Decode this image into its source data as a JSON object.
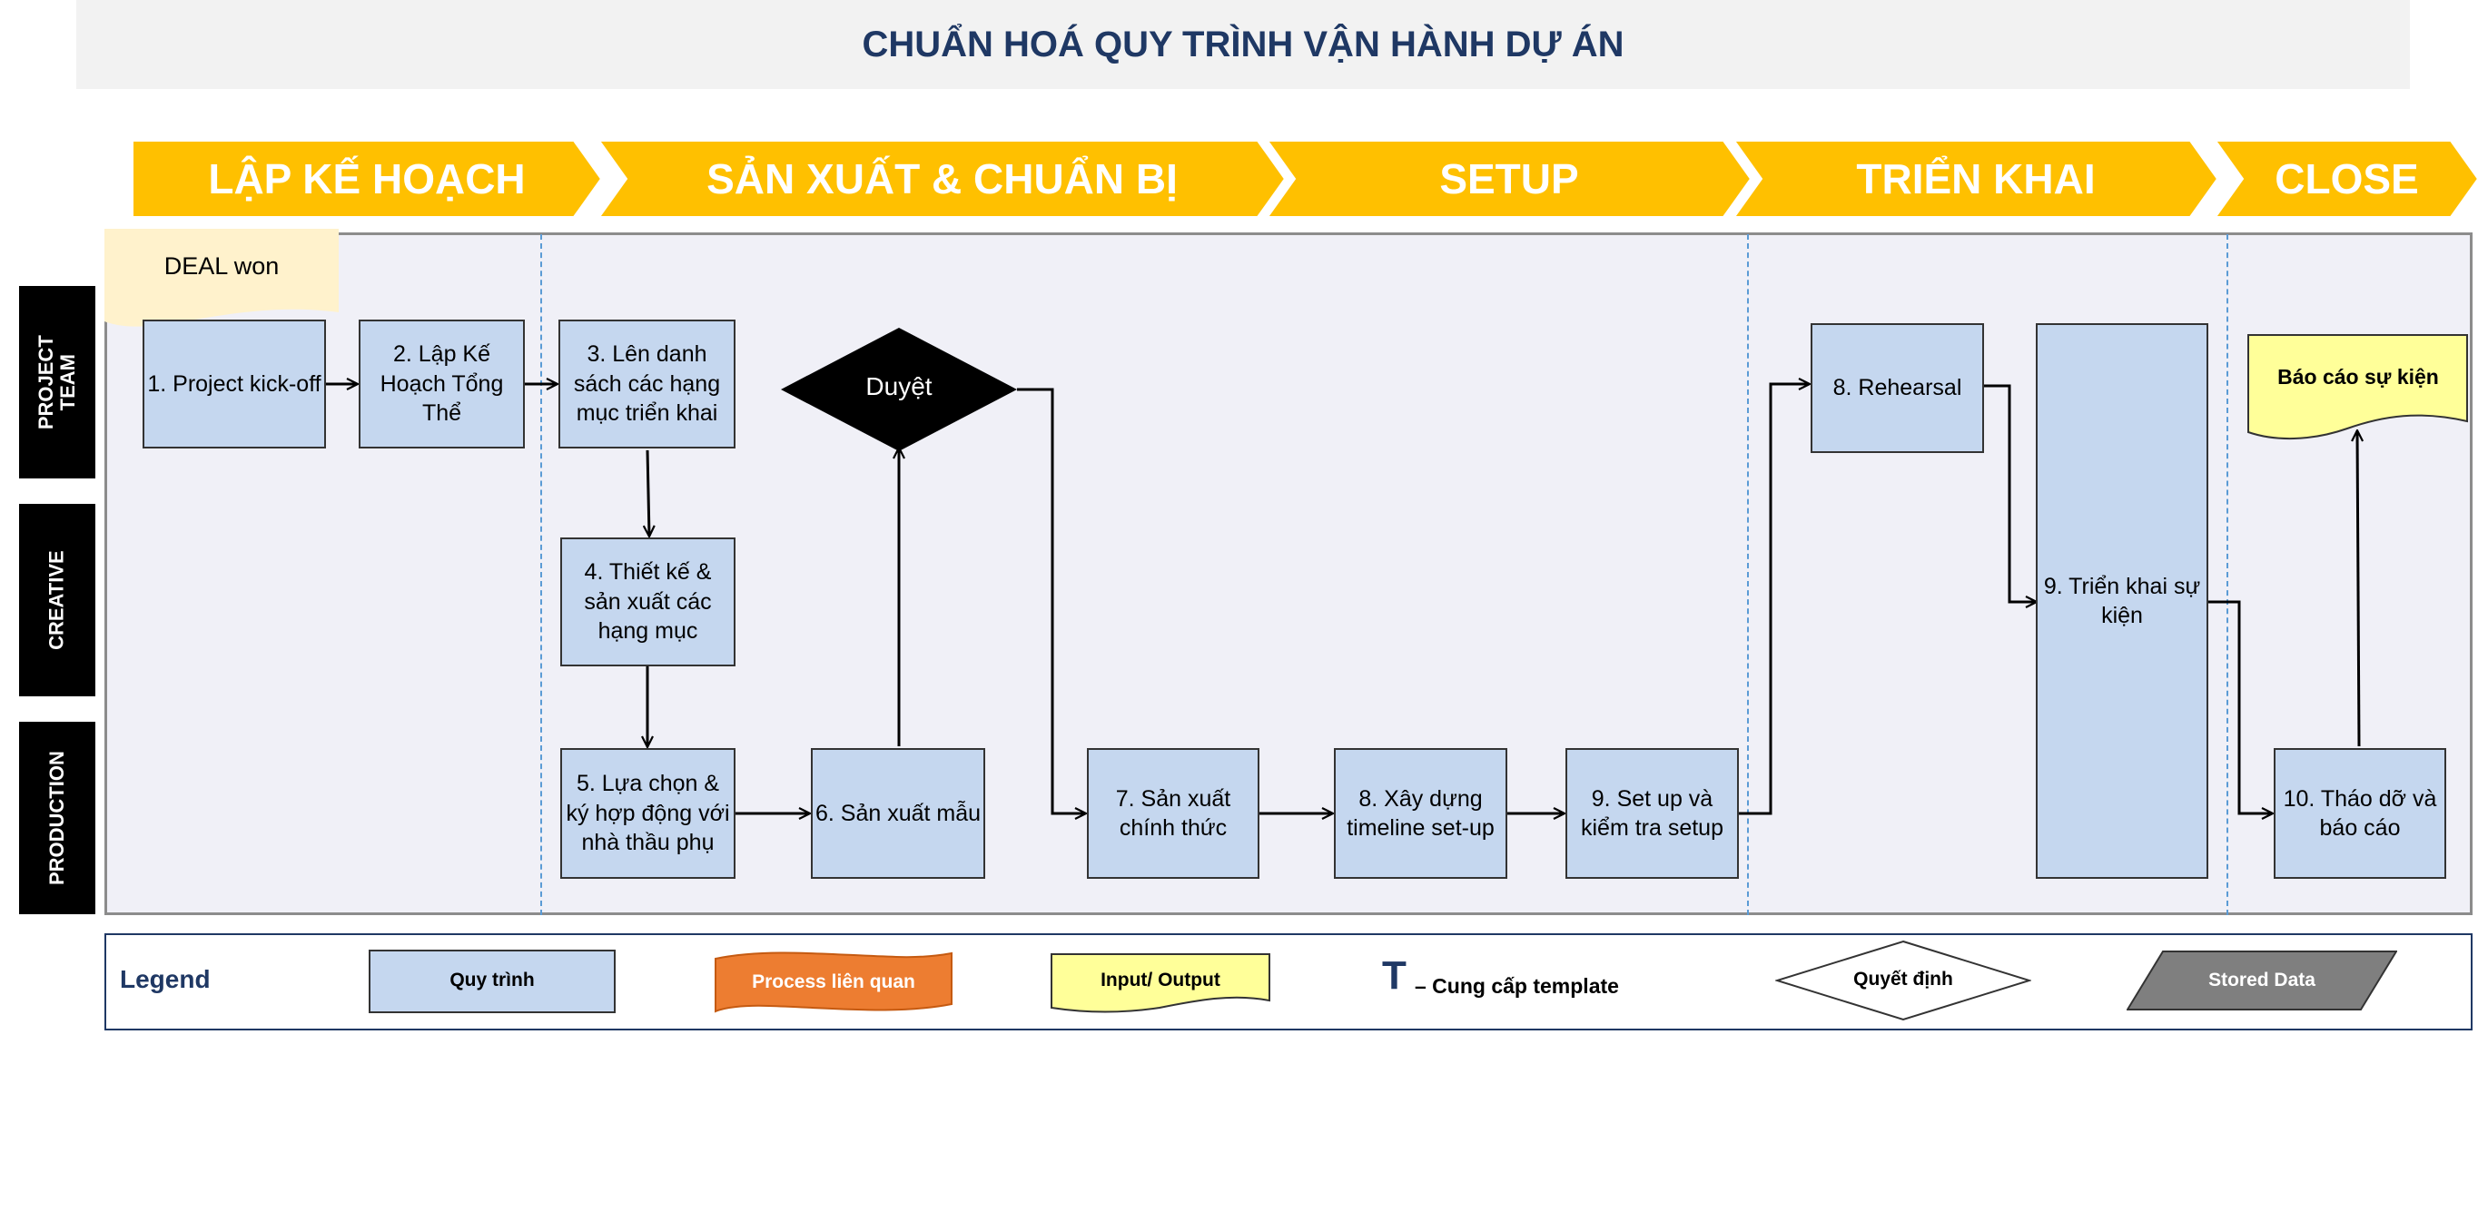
{
  "title": "CHUẨN HOÁ QUY TRÌNH VẬN HÀNH DỰ ÁN",
  "phases": [
    "LẬP KẾ HOẠCH",
    "SẢN XUẤT & CHUẨN BỊ",
    "SETUP",
    "TRIỂN KHAI",
    "CLOSE"
  ],
  "lanes": [
    "PROJECT TEAM",
    "CREATIVE",
    "PRODUCTION"
  ],
  "deal_won": "DEAL won",
  "steps": {
    "s1": "1. Project kick-off",
    "s2": "2. Lập Kế Hoạch Tổng Thể",
    "s3": "3. Lên danh sách các hạng mục triển khai",
    "s4": "4. Thiết kế & sản xuất các hạng mục",
    "s5": "5. Lựa chọn & ký hợp động với nhà thầu phụ",
    "s6": "6. Sản xuất mẫu",
    "decision": "Duyệt",
    "s7": "7. Sản xuất chính thức",
    "s8b": "8. Xây dựng timeline set-up",
    "s9b": "9. Set up và kiểm tra setup",
    "s8": "8. Rehearsal",
    "s9": "9. Triển khai sự kiện",
    "s10": "10. Tháo dỡ và báo cáo",
    "report": "Báo cáo sự kiện"
  },
  "legend": {
    "title": "Legend",
    "process": "Quy trình",
    "related": "Process liên quan",
    "io": "Input/ Output",
    "template_letter": "T",
    "template": "– Cung cấp template",
    "decision": "Quyết định",
    "stored": "Stored Data"
  },
  "colors": {
    "phase": "#ffc000",
    "process": "#c5d7ef",
    "related": "#ed7d31",
    "io": "#ffff99",
    "stored": "#7f7f7f",
    "title": "#1f3864",
    "deal": "#fff2cc"
  }
}
